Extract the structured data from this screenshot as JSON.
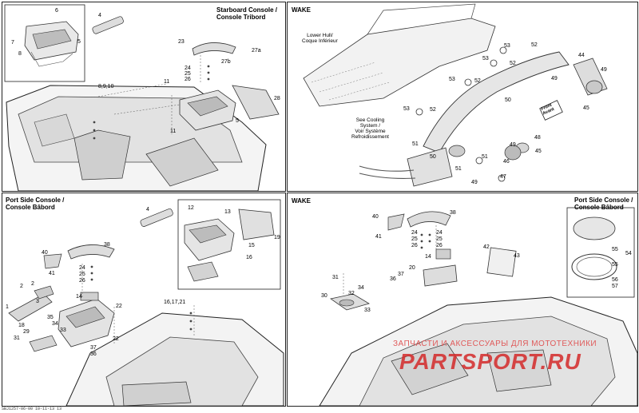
{
  "panels": {
    "starboard": {
      "title_line1": "Starboard Console /",
      "title_line2": "Console Tribord",
      "callouts": [
        "6",
        "4",
        "7",
        "8",
        "5",
        "23",
        "27a",
        "24",
        "25",
        "26",
        "27b",
        "8,9,10",
        "11",
        "28",
        "11",
        "5"
      ]
    },
    "wake_top": {
      "title": "WAKE",
      "hull_note_line1": "Lower Hull/",
      "hull_note_line2": "Coque Inférieur",
      "cooling_note_line1": "See Cooling",
      "cooling_note_line2": "System /",
      "cooling_note_line3": "Voir Système",
      "cooling_note_line4": "Refroidissement",
      "front_line1": "Front",
      "front_line2": "Avant",
      "callouts": [
        "53",
        "52",
        "53",
        "52",
        "53",
        "52",
        "44",
        "49",
        "49",
        "50",
        "45",
        "53",
        "52",
        "51",
        "48",
        "49",
        "45",
        "50",
        "51",
        "46",
        "51",
        "49",
        "47"
      ]
    },
    "port": {
      "title_line1": "Port Side Console /",
      "title_line2": "Console Bâbord",
      "callouts": [
        "4",
        "12",
        "13",
        "19",
        "15",
        "16",
        "38",
        "40",
        "41",
        "24",
        "25",
        "26",
        "2",
        "2",
        "1",
        "3",
        "14",
        "22",
        "18",
        "35",
        "34",
        "33",
        "29",
        "31",
        "37",
        "36",
        "22",
        "16,17,21"
      ]
    },
    "wake_bottom": {
      "title": "WAKE",
      "title2_line1": "Port Side Console /",
      "title2_line2": "Console Bâbord",
      "callouts": [
        "40",
        "38",
        "41",
        "24",
        "25",
        "26",
        "24",
        "25",
        "26",
        "42",
        "43",
        "14",
        "55",
        "54",
        "55",
        "56",
        "57",
        "20",
        "31",
        "37",
        "36",
        "34",
        "32",
        "30",
        "33"
      ]
    }
  },
  "watermark": {
    "line1": "ЗАПЧАСТИ И АКСЕССУАРЫ ДЛЯ МОТОТЕХНИКИ",
    "line2": "PARTSPORT.RU"
  },
  "footer": "SBJ1257-06-00 10-11-13 13"
}
